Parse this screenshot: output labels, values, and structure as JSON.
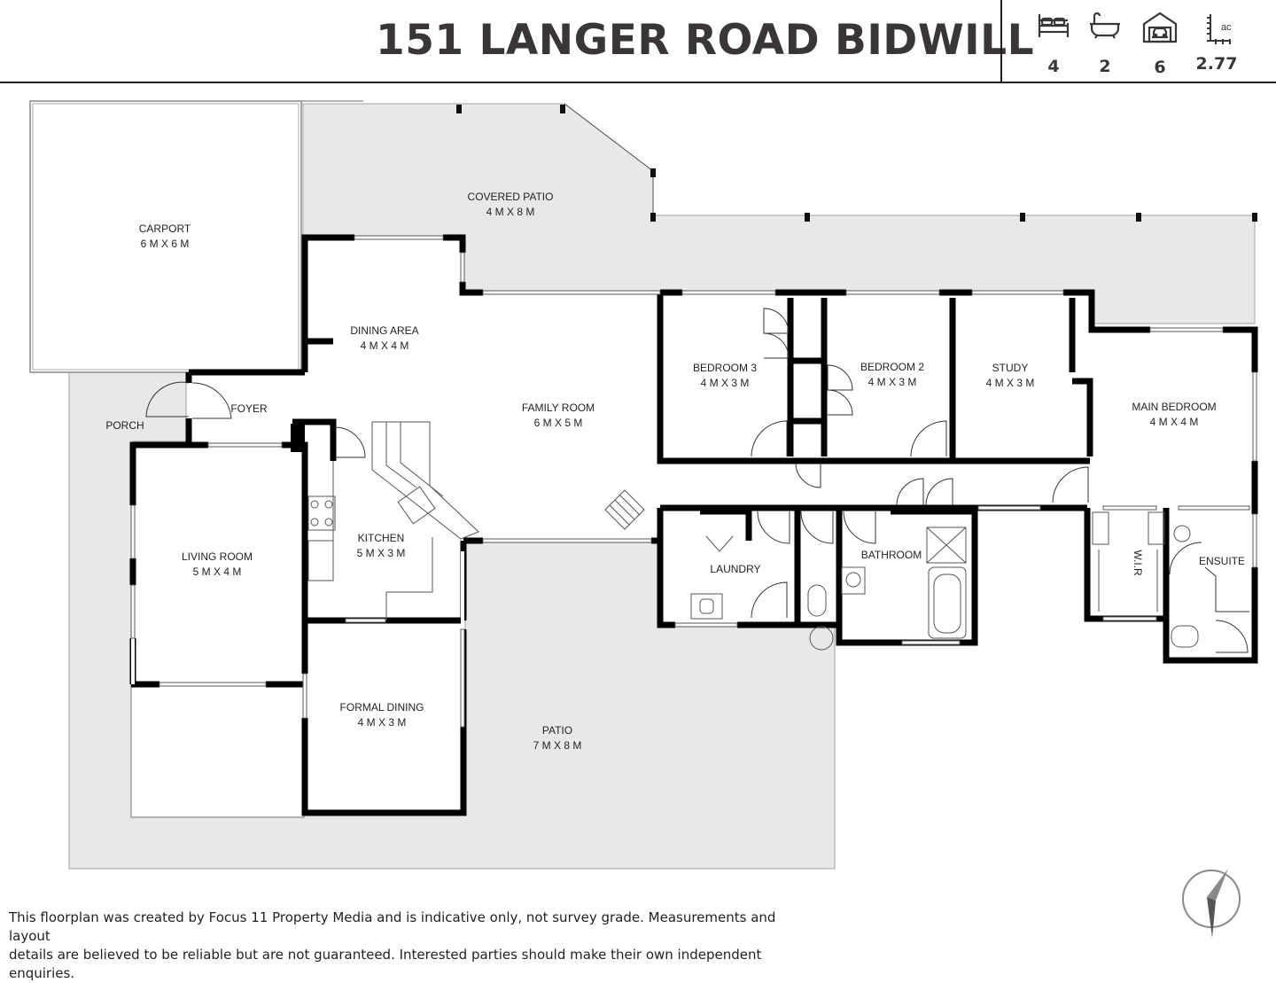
{
  "header": {
    "title": "151 LANGER ROAD BIDWILL",
    "stats": [
      {
        "icon": "bed-icon",
        "value": "4"
      },
      {
        "icon": "bath-icon",
        "value": "2"
      },
      {
        "icon": "garage-icon",
        "value": "6"
      },
      {
        "icon": "land-area-icon",
        "value": "2.77",
        "unit": "ac"
      }
    ]
  },
  "rooms": [
    {
      "name": "CARPORT",
      "size": "6 M X 6 M"
    },
    {
      "name": "COVERED PATIO",
      "size": "4 M X 8 M"
    },
    {
      "name": "DINING AREA",
      "size": "4 M X 4 M"
    },
    {
      "name": "FOYER",
      "size": ""
    },
    {
      "name": "PORCH",
      "size": ""
    },
    {
      "name": "FAMILY ROOM",
      "size": "6 M X 5 M"
    },
    {
      "name": "BEDROOM 3",
      "size": "4 M X 3 M"
    },
    {
      "name": "BEDROOM 2",
      "size": "4 M X 3 M"
    },
    {
      "name": "STUDY",
      "size": "4 M X 3 M"
    },
    {
      "name": "MAIN BEDROOM",
      "size": "4 M X 4 M"
    },
    {
      "name": "KITCHEN",
      "size": "5 M X 3 M"
    },
    {
      "name": "LIVING ROOM",
      "size": "5 M X 4 M"
    },
    {
      "name": "LAUNDRY",
      "size": ""
    },
    {
      "name": "BATHROOM",
      "size": ""
    },
    {
      "name": "W.I.R",
      "size": ""
    },
    {
      "name": "ENSUITE",
      "size": ""
    },
    {
      "name": "FORMAL DINING",
      "size": "4 M X 3 M"
    },
    {
      "name": "PATIO",
      "size": "7 M X 8 M"
    }
  ],
  "footer": {
    "disclaimer_line1": "This floorplan was created by Focus 11 Property Media and is indicative only, not survey grade. Measurements and layout",
    "disclaimer_line2": "details are believed to be reliable but are not guaranteed. Interested parties should make their own independent enquiries."
  },
  "colors": {
    "wall": "#000000",
    "outdoor": "#e8e8e8",
    "text": "#231f20"
  }
}
